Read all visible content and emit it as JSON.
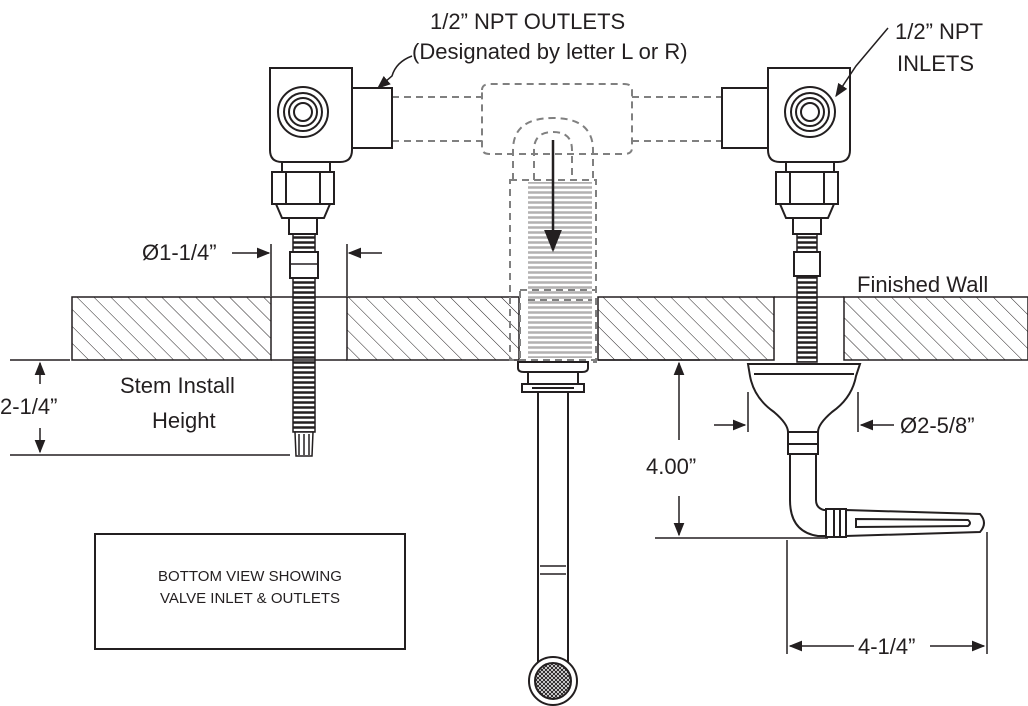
{
  "labels": {
    "outlets_line1": "1/2” NPT OUTLETS",
    "outlets_line2": "(Designated by letter L or R)",
    "inlets_line1": "1/2”  NPT",
    "inlets_line2": "INLETS",
    "finished_wall": "Finished Wall",
    "stem_dia": "Ø1-1/4”",
    "stem_install_line1": "Stem Install",
    "stem_install_line2": "Height",
    "install_height": "2-1/4”",
    "spout_height": "4.00”",
    "escutcheon_dia": "Ø2-5/8”",
    "handle_length": "4-1/4”"
  },
  "note_box": {
    "line1": "BOTTOM VIEW SHOWING",
    "line2": "VALVE INLET & OUTLETS"
  },
  "colors": {
    "ink": "#231f20",
    "hidden_line": "#808080",
    "paper": "#ffffff"
  }
}
